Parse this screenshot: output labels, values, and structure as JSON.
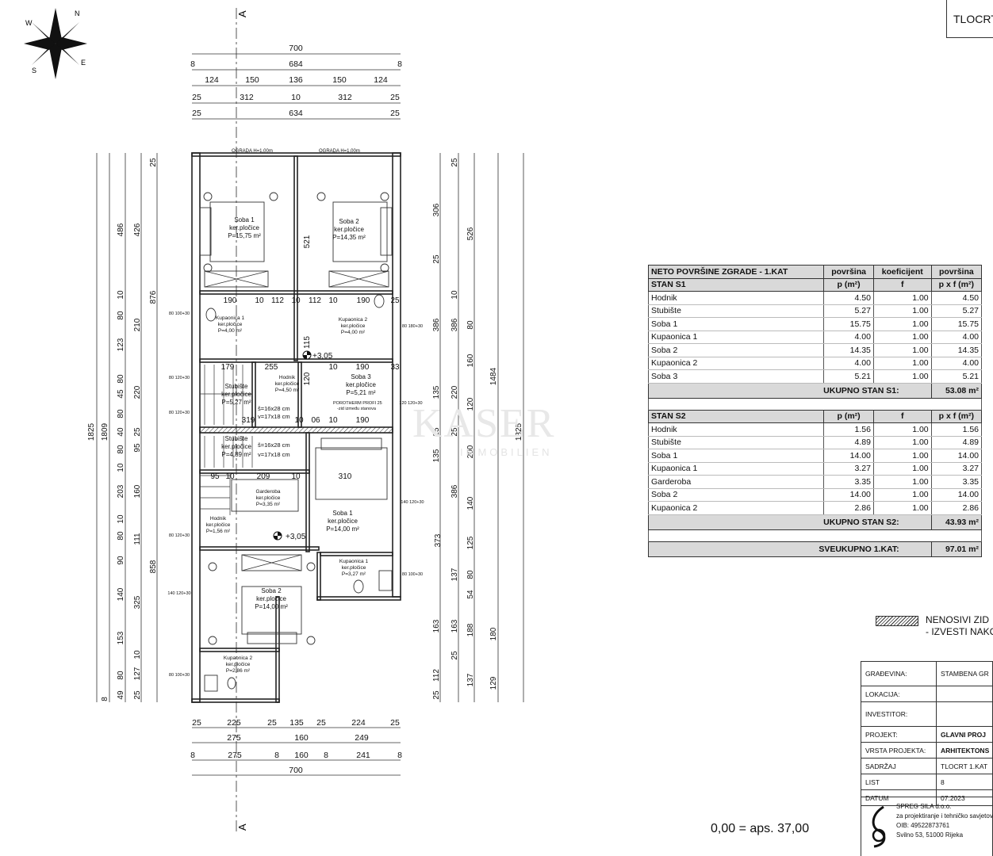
{
  "sheet_label": "TLOCRT",
  "compass": {
    "labels": [
      "N",
      "E",
      "S",
      "W"
    ]
  },
  "section_mark": "A",
  "top_dims": {
    "row1": [
      "700"
    ],
    "row2": [
      "8",
      "684",
      "8"
    ],
    "row3": [
      "124",
      "150",
      "136",
      "150",
      "124"
    ],
    "row4": [
      "25",
      "312",
      "10",
      "312",
      "25"
    ],
    "row5": [
      "25",
      "634",
      "25"
    ]
  },
  "bottom_dims": {
    "row1": [
      "25",
      "225",
      "25",
      "135",
      "25",
      "224",
      "25"
    ],
    "row2": [
      "275",
      "160",
      "249"
    ],
    "row3": [
      "8",
      "275",
      "8",
      "160",
      "8",
      "241",
      "8"
    ],
    "row4": [
      "700"
    ]
  },
  "left_dims": {
    "outer": [
      "1825"
    ],
    "second": [
      "1809"
    ],
    "third": [
      "486",
      "876",
      "858"
    ],
    "fourth": [
      "426",
      "210",
      "123",
      "220",
      "95",
      "203",
      "111",
      "325",
      "153",
      "127"
    ],
    "fifth": [
      "25",
      "10",
      "80",
      "80",
      "45",
      "80",
      "40",
      "25",
      "80",
      "10",
      "160",
      "10",
      "80",
      "90",
      "140",
      "10",
      "80",
      "49",
      "25",
      "8"
    ]
  },
  "right_dims": {
    "outer": [
      "1825"
    ],
    "second": [
      "1484"
    ],
    "third": [
      "526",
      "386",
      "200",
      "386",
      "373",
      "188",
      "129"
    ],
    "fourth": [
      "306",
      "25",
      "386",
      "160",
      "135",
      "25",
      "140",
      "125",
      "54",
      "163",
      "112",
      "25"
    ],
    "fifth": [
      "25",
      "10",
      "80",
      "220",
      "120",
      "25",
      "135",
      "137",
      "80",
      "25",
      "163",
      "137",
      "180"
    ]
  },
  "rooms": [
    {
      "name": "Soba 1",
      "floor": "ker.pločice",
      "area": "P=15,75 m²"
    },
    {
      "name": "Soba 2",
      "floor": "ker.pločice",
      "area": "P=14,35 m²"
    },
    {
      "name": "Kupaonica 1",
      "floor": "ker.pločice",
      "area": "P=4,00 m²"
    },
    {
      "name": "Kupaonica 2",
      "floor": "ker.pločice",
      "area": "P=4,00 m²"
    },
    {
      "name": "Hodnik",
      "floor": "ker.pločice",
      "area": "P=4,50 m²"
    },
    {
      "name": "Stubište",
      "floor": "ker.pločice",
      "area": "P=5,27 m²"
    },
    {
      "name": "Soba 3",
      "floor": "ker.pločice",
      "area": "P=5,21 m²"
    },
    {
      "name": "Stubište",
      "floor": "ker.pločice",
      "area": "P=4,89 m²"
    },
    {
      "name": "Garderoba",
      "floor": "ker.pločice",
      "area": "P=3,35 m²"
    },
    {
      "name": "Hodnik",
      "floor": "ker.pločice",
      "area": "P=1,56 m²"
    },
    {
      "name": "Soba 1",
      "floor": "ker.pločice",
      "area": "P=14,00 m²"
    },
    {
      "name": "Kupaonica 1",
      "floor": "ker.pločice",
      "area": "P=3,27 m²"
    },
    {
      "name": "Soba 2",
      "floor": "ker.pločice",
      "area": "P=14,00 m²"
    },
    {
      "name": "Kupaonica 2",
      "floor": "ker.pločice",
      "area": "P=2,86 m²"
    }
  ],
  "plan_notes": {
    "railing_1": "OGRADA H=1,00m",
    "railing_2": "OGRADA H=1,00m",
    "level_1": "+3,05",
    "level_2": "+3,05",
    "stair_1a": "š=16x28 cm",
    "stair_1b": "v=17x18 cm",
    "stair_2a": "š=16x28 cm",
    "stair_2b": "v=17x18 cm",
    "wall_note_1": "POROTHERM PROFI 25",
    "wall_note_2": "-zid između stanova",
    "inner_dims": [
      "190",
      "10",
      "112",
      "10",
      "112",
      "10",
      "190",
      "25",
      "179",
      "255",
      "10",
      "190",
      "33",
      "319",
      "10",
      "06",
      "10",
      "190",
      "95",
      "10",
      "209",
      "10",
      "310",
      "521",
      "115",
      "120"
    ],
    "window_tags": [
      "80 100+30",
      "80 180+30",
      "80 120+30",
      "120 120+30",
      "80 120+30",
      "140 120+30",
      "80 120+30",
      "80 100+30",
      "140 120+30",
      "80 100+30"
    ]
  },
  "area_table": {
    "title": "NETO POVRŠINE ZGRADE - 1.KAT",
    "col_area": "površina",
    "col_coef": "koeficijent",
    "col_area2": "površina",
    "unit_p": "p (m²)",
    "unit_f": "f",
    "unit_pf": "p x f (m²)",
    "s1": {
      "name": "STAN S1",
      "rows": [
        {
          "room": "Hodnik",
          "p": "4.50",
          "f": "1.00",
          "pf": "4.50"
        },
        {
          "room": "Stubište",
          "p": "5.27",
          "f": "1.00",
          "pf": "5.27"
        },
        {
          "room": "Soba 1",
          "p": "15.75",
          "f": "1.00",
          "pf": "15.75"
        },
        {
          "room": "Kupaonica 1",
          "p": "4.00",
          "f": "1.00",
          "pf": "4.00"
        },
        {
          "room": "Soba 2",
          "p": "14.35",
          "f": "1.00",
          "pf": "14.35"
        },
        {
          "room": "Kupaonica 2",
          "p": "4.00",
          "f": "1.00",
          "pf": "4.00"
        },
        {
          "room": "Soba 3",
          "p": "5.21",
          "f": "1.00",
          "pf": "5.21"
        }
      ],
      "total_label": "UKUPNO STAN S1:",
      "total": "53.08 m²"
    },
    "s2": {
      "name": "STAN S2",
      "rows": [
        {
          "room": "Hodnik",
          "p": "1.56",
          "f": "1.00",
          "pf": "1.56"
        },
        {
          "room": "Stubište",
          "p": "4.89",
          "f": "1.00",
          "pf": "4.89"
        },
        {
          "room": "Soba 1",
          "p": "14.00",
          "f": "1.00",
          "pf": "14.00"
        },
        {
          "room": "Kupaonica 1",
          "p": "3.27",
          "f": "1.00",
          "pf": "3.27"
        },
        {
          "room": "Garderoba",
          "p": "3.35",
          "f": "1.00",
          "pf": "3.35"
        },
        {
          "room": "Soba 2",
          "p": "14.00",
          "f": "1.00",
          "pf": "14.00"
        },
        {
          "room": "Kupaonica 2",
          "p": "2.86",
          "f": "1.00",
          "pf": "2.86"
        }
      ],
      "total_label": "UKUPNO STAN S2:",
      "total": "43.93 m²"
    },
    "grand_label": "SVEUKUPNO 1.KAT:",
    "grand_total": "97.01 m²"
  },
  "legend": {
    "line1": "NENOSIVI ZID",
    "line2": "- IZVESTI NAKO"
  },
  "title_block": {
    "rows": [
      {
        "key": "GRAĐEVINA:",
        "value": "STAMBENA GR"
      },
      {
        "key": "LOKACIJA:",
        "value": ""
      },
      {
        "key": "INVESTITOR:",
        "value": ""
      },
      {
        "key": "PROJEKT:",
        "value": "GLAVNI PROJ"
      },
      {
        "key": "VRSTA PROJEKTA:",
        "value": "ARHITEKTONS"
      },
      {
        "key": "SADRŽAJ",
        "value": "TLOCRT 1.KAT"
      },
      {
        "key": "LIST",
        "value": "8"
      },
      {
        "key": "DATUM",
        "value": "07.2023"
      }
    ],
    "bold_values": [
      false,
      false,
      false,
      true,
      true,
      false,
      false,
      false
    ],
    "firm": {
      "name": "SPREG SILA d.o.o.",
      "desc": "za projektiranje i tehničko savjetovan",
      "oib": "OIB: 49522873761",
      "address": "Svilno 53, 51000 Rijeka"
    }
  },
  "elevation_note": "0,00 = aps. 37,00",
  "watermark": {
    "main": "KASER",
    "sub": "IMMOBILIEN"
  }
}
